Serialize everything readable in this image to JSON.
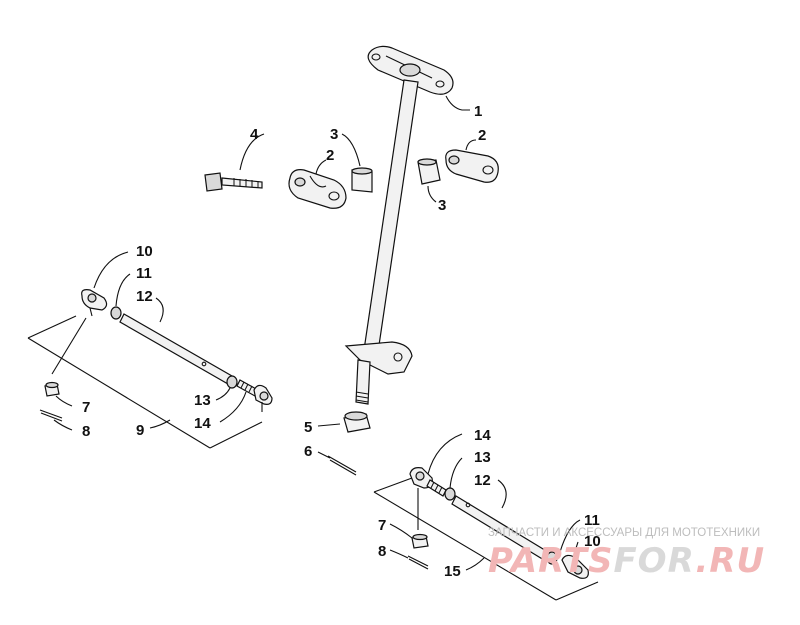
{
  "callouts": {
    "c1": "1",
    "c2a": "2",
    "c2b": "2",
    "c3a": "3",
    "c3b": "3",
    "c4": "4",
    "c5": "5",
    "c6": "6",
    "c7l": "7",
    "c8l": "8",
    "c9": "9",
    "c10l": "10",
    "c11l": "11",
    "c12l": "12",
    "c13l": "13",
    "c14l": "14",
    "c14r": "14",
    "c13r": "13",
    "c12r": "12",
    "c11r": "11",
    "c10r": "10",
    "c7r": "7",
    "c8r": "8",
    "c15": "15"
  },
  "watermark": {
    "tagline": "ЗАПЧАСТИ И АКСЕССУАРЫ ДЛЯ МОТОТЕХНИКИ",
    "logo_part1": "PARTS",
    "logo_part2": "FOR",
    "logo_part3": ".RU",
    "colors": {
      "logo_light": "#f2b6b6",
      "logo_dark": "#d9d9d9"
    }
  }
}
